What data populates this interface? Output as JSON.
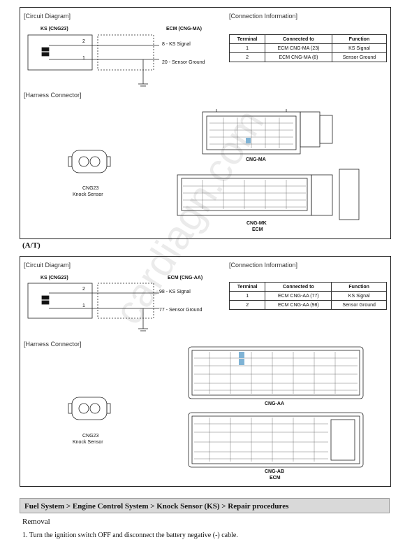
{
  "panel1": {
    "circuit_label": "[Circuit Diagram]",
    "connection_label": "[Connection Information]",
    "harness_label": "[Harness Connector]",
    "ks_label": "KS (CNG23)",
    "ecm_label": "ECM (CNG-MA)",
    "pin_top": "2",
    "pin_bottom": "1",
    "signal_row": "8 - KS Signal",
    "ground_row": "20 - Sensor Ground",
    "table": {
      "headers": [
        "Terminal",
        "Connected to",
        "Function"
      ],
      "rows": [
        [
          "1",
          "ECM CNG-MA (23)",
          "KS Signal"
        ],
        [
          "2",
          "ECM CNG-MA (8)",
          "Sensor Ground"
        ]
      ]
    },
    "sensor_name": "CNG23",
    "sensor_caption": "Knock Sensor",
    "connector1_caption": "CNG-MA",
    "connector2_caption": "CNG-MK",
    "connector2_sub": "ECM"
  },
  "at_label": "(A/T)",
  "panel2": {
    "circuit_label": "[Circuit Diagram]",
    "connection_label": "[Connection Information]",
    "harness_label": "[Harness Connector]",
    "ks_label": "KS (CNG23)",
    "ecm_label": "ECM (CNG-AA)",
    "pin_top": "2",
    "pin_bottom": "1",
    "signal_row": "98 - KS Signal",
    "ground_row": "77 - Sensor Ground",
    "table": {
      "headers": [
        "Terminal",
        "Connected to",
        "Function"
      ],
      "rows": [
        [
          "1",
          "ECM CNG-AA (77)",
          "KS Signal"
        ],
        [
          "2",
          "ECM CNG-AA (98)",
          "Sensor Ground"
        ]
      ]
    },
    "sensor_name": "CNG23",
    "sensor_caption": "Knock Sensor",
    "connector1_caption": "CNG-AA",
    "connector2_caption": "CNG-AB",
    "connector2_sub": "ECM"
  },
  "breadcrumb": "Fuel System > Engine Control System > Knock Sensor (KS) > Repair procedures",
  "removal": "Removal",
  "step1": "1.  Turn the ignition switch OFF and disconnect the battery negative (-) cable.",
  "watermark": "cardiagn.com"
}
